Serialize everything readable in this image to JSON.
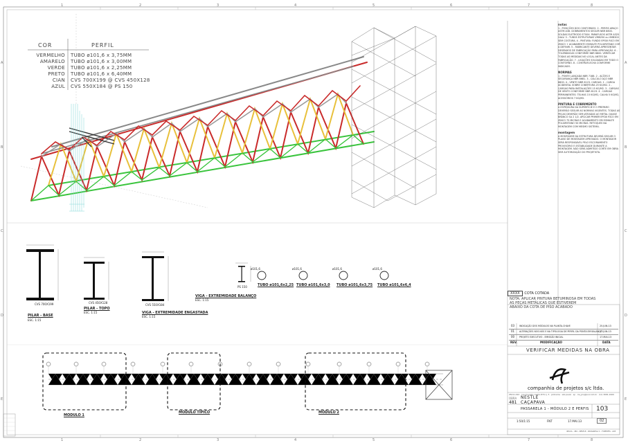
{
  "legend": {
    "title_cor": "COR",
    "title_perfil": "PERFIL",
    "rows": [
      {
        "cor": "VERMELHO",
        "perfil": "TUBO ø101,6 x 3,75MM"
      },
      {
        "cor": "AMARELO",
        "perfil": "TUBO ø101,6 x 3,00MM"
      },
      {
        "cor": "VERDE",
        "perfil": "TUBO ø101,6 x 2,25MM"
      },
      {
        "cor": "PRETO",
        "perfil": "TUBO ø101,6 x 6,40MM"
      },
      {
        "cor": "CIAN",
        "perfil": "CVS 700X199 @ CVS 450X128"
      },
      {
        "cor": "AZUL",
        "perfil": "CVS 550X184 @ PS 150"
      }
    ]
  },
  "sections": [
    {
      "title": "PILAR - BASE",
      "sub": "ESC. 1:15",
      "code": "CVS 700X199"
    },
    {
      "title": "PILAR - TOPO",
      "sub": "ESC. 1:15",
      "code": "CVS 450X128"
    },
    {
      "title": "VIGA - EXTREMIDADE ENGASTADA",
      "sub": "ESC. 1:15",
      "code": "CVS 550X184"
    },
    {
      "title": "VIGA - EXTREMIDADE BALANÇO",
      "sub": "ESC. 1:15",
      "code": "PS 150"
    }
  ],
  "tubes": [
    {
      "label": "TUBO ø101,6x2,25",
      "dim": "ø101,6"
    },
    {
      "label": "TUBO ø101,6x3,0",
      "dim": "ø101,6"
    },
    {
      "label": "TUBO ø101,6x3,75",
      "dim": "ø101,6"
    },
    {
      "label": "TUBO ø101,6x6,4",
      "dim": "ø101,6"
    }
  ],
  "cota": {
    "box": "XXXX",
    "label": "- COTA COTADA"
  },
  "note_paint": [
    "NOTA: APLICAR PINTURA BETUMINOSA EM TODAS",
    "AS PEÇAS METÁLICAS QUE ESTIVEREM",
    "ABAIXO DA COTA DE PISO ACABADO"
  ],
  "modules": [
    "MODULO 1",
    "MODULO TIPICO",
    "MODULO 2"
  ],
  "revisions": [
    {
      "rev": "03",
      "desc": "INDICAÇÃO DOS MÓDULOS NA PLANTA-CHAVE",
      "date": "25.JUN.13"
    },
    {
      "rev": "01",
      "desc": "ALTERAÇÕES NOS NÓS E NA TIPOLOGIA DE PERFIL DA PONTA EM BALANÇO",
      "date": "17.JUN.13"
    },
    {
      "rev": "00",
      "desc": "PROJETO EXECUTIVO - EMISSÃO INICIAL",
      "date": "17.MAI.13"
    }
  ],
  "rev_header": {
    "rev": "REV.",
    "mod": "MODIFICAÇÃO",
    "data": "DATA"
  },
  "verificar": "VERIFICAR MEDIDAS NA OBRA",
  "company": {
    "name": "companhia de projetos s/c ltda.",
    "address": "05411-010 · rua mourato coelho 874 cj. 5 · pinheiros · são paulo · sp · cia_proj@uol.com.br · (11) 3081-1900"
  },
  "title_block": {
    "obra_label": "OBRA",
    "obra_num": "481",
    "obra_name": "NESTLÉ",
    "obra_city": "CAÇAPAVA",
    "desenho": "PASSARELA 1 - MÓDULO 2 E PERFIS",
    "sheet_num": "103",
    "escala": "1:50/1:15",
    "desenhista": "FNT",
    "data": "17.MAI.13",
    "rev": "02",
    "file": "481CA - 481 - NESTLE - PASSARELA 1 - FOPERFIS - A03"
  },
  "notes_title": "notas",
  "notes_text": "1 - POSIÇÕES DOS CONTORNOS. 2 - PERFIS ARAÇO ASTM A36. DOBRAMENTOS SEGUIR NBR 8800. SOLDAS ELETRODO E70XX. PARAFUSOS ASTM A325 GALV. 3 - TUBOS ESTRUTURAIS VMB250 ou VMB300 SEM COSTURA. 4 - PINTURA: FUNDO EPOXI RICO EM ZINCO + ACABAMENTO ESMALTE POLIURETANO COR A DEFINIR. 5 - FABRICANTE DEVERÁ APRESENTAR DESENHOS DE FABRICAÇÃO PARA APROVAÇÃO. 6 - TOLERÂNCIAS CONFORME NBR 8800. VERIFICAR TODAS AS MEDIDAS NO LOCAL ANTES DA FABRICAÇÃO. 7 - LIGAÇÕES SOLDADAS EM TODO O CONTORNO. 8 - CONTRAFLECHA CONFORME INDICADO.",
  "cargas_title": "NORMAS",
  "cargas_text": "1 - PONTE LANÇADA NBR 7188. 2 - AÇÕES E SEGURANÇA NBR 8681. 3 - CÁLCULO AÇO NBR 8800. 4 - VENTO NBR 6123. CARGAS: 1 - CARGA ACIDENTAL SOBRE COBERTURA 25 KG/M2. 2 - CARGAS PARA INSTALAÇÕES 15 KG/M2. 3 - CARGAS DE VENTO CONFORME NBR 6123. 4 - CARGAS PERMANENTES: TELHAS 15 KG/M2, CALHA 5 KG/M2, ACESSÓRIOS 7 KG/M2.",
  "pintura_title": "PINTURA E COBRIMENTO",
  "pintura_text": "A ESPESSURA DA SUPERFÍCIE E O PREPARO DEVERÃO SEGUIR AS NORMAS VIGENTES. TODAS AS PEÇAS DEVERÃO SER JATEADAS AO METAL QUASE BRANCO SA 2 1/2. APLICAR PRIMER EPÓXI RICO EM ZINCO 75 MICRAS E ACABAMENTO EM ESMALTE POLIURETANO 50 MICRAS. RETOQUES NA MONTAGEM COM MESMO SISTEMA.",
  "montagem_title": "montagem",
  "montagem_text": "A MONTAGEM DA ESTRUTURA DEVERÁ SEGUIR O PLANO DE MONTAGEM APROVADO. O MONTADOR SERÁ RESPONSÁVEL PELO ESCORAMENTO PROVISÓRIO E ESTABILIDADE DURANTE A MONTAGEM. NÃO SERÁ ADMITIDO CORTE EM OBRA SEM AUTORIZAÇÃO DO PROJETISTA."
}
